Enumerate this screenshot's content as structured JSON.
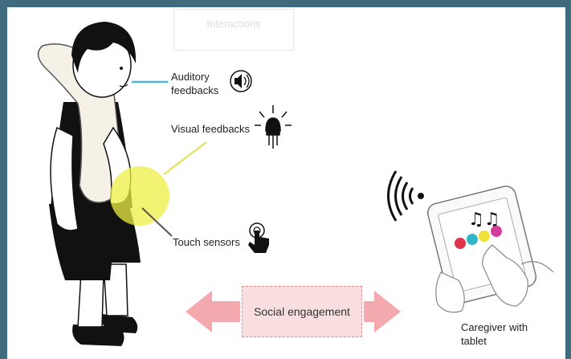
{
  "faded_label": "Interactions",
  "labels": {
    "auditory": [
      "Auditory",
      "feedbacks"
    ],
    "visual": "Visual feedbacks",
    "touch": "Touch sensors",
    "social": "Social engagement",
    "caregiver": [
      "Caregiver with",
      "tablet"
    ]
  },
  "icons": [
    "speaker-icon",
    "light-bulb-icon",
    "touch-icon",
    "wireless-signal-icon",
    "music-notes-icon"
  ],
  "colors": {
    "background": "#3f6b7f",
    "auditory_line": "#4bb8d9",
    "visual_line": "#e7e36a",
    "touch_glow": "#eeee44",
    "arrow": "#f4a9ae",
    "social_box": "#f8dede",
    "tablet_dots": [
      "#e0344a",
      "#33b6c8",
      "#f0e23a",
      "#d43d9a"
    ]
  }
}
